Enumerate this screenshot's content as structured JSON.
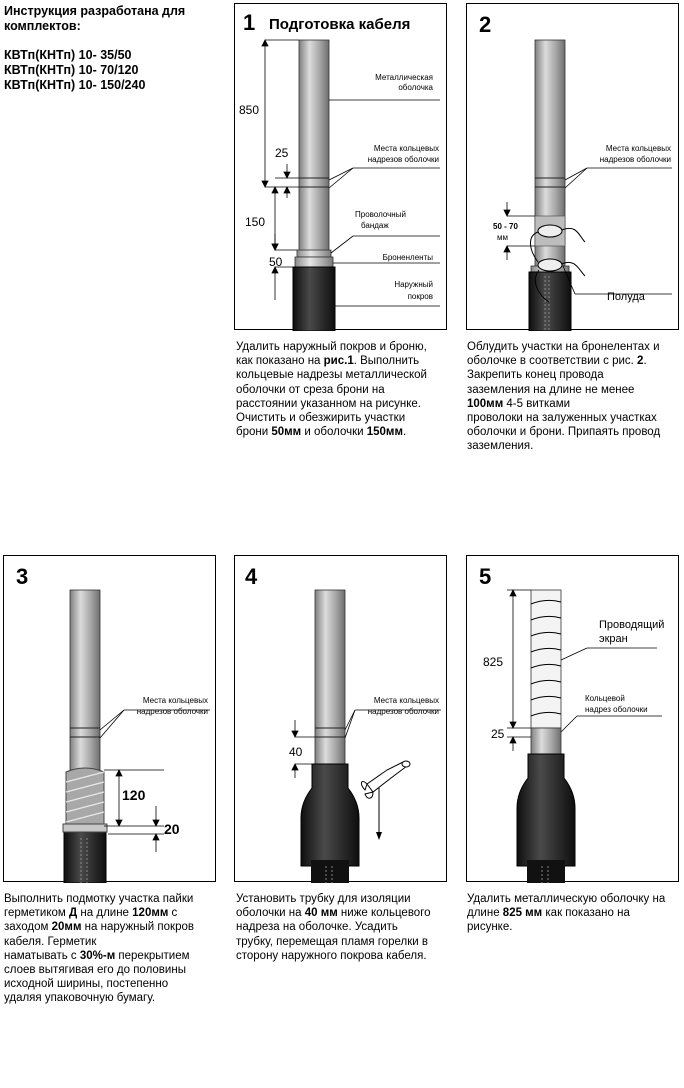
{
  "header": {
    "line1": "Инструкция разработана для",
    "line2": "комплектов:",
    "kits": [
      "КВТп(КНТп) 10- 35/50",
      "КВТп(КНТп) 10- 70/120",
      "КВТп(КНТп) 10- 150/240"
    ]
  },
  "panels": [
    {
      "number": "1",
      "title": "Подготовка кабеля",
      "labels": {
        "sheath": [
          "Металлическая",
          "оболочка"
        ],
        "ring_cuts": [
          "Места кольцевых",
          "надрезов оболочки"
        ],
        "wire_bandage": [
          "Проволочный",
          "бандаж"
        ],
        "armor_tapes": "Броненленты",
        "outer_cover": [
          "Наружный",
          "покров"
        ]
      },
      "dimensions": [
        "850",
        "25",
        "150",
        "50"
      ],
      "desc": [
        "Удалить наружный покров и броню,",
        [
          "как показано на ",
          {
            "b": "рис.1"
          },
          ". Выполнить"
        ],
        "кольцевые надрезы  металлической",
        "оболочки от среза брони на",
        "расстоянии указанном на рисунке.",
        "Очистить и обезжирить участки",
        [
          "брони ",
          {
            "b": "50мм"
          },
          " и оболочки ",
          {
            "b": "150мм"
          },
          "."
        ]
      ]
    },
    {
      "number": "2",
      "labels": {
        "ring_cuts": [
          "Места кольцевых",
          "надрезов оболочки"
        ],
        "solder": "Полуда"
      },
      "dimensions": [
        "50 - 70",
        "мм"
      ],
      "desc": [
        "Облудить участки на бронелентах и",
        [
          "оболочке в соответствии с рис. ",
          {
            "b": "2"
          },
          "."
        ],
        "Закрепить конец  провода",
        "заземления на длине не менее",
        [
          {
            "b": "100мм"
          },
          "  4-5 витками"
        ],
        "проволоки на залуженных участках",
        "оболочки и брони. Припаять провод",
        "заземления."
      ]
    },
    {
      "number": "3",
      "labels": {
        "ring_cuts": [
          "Места кольцевых",
          "надрезов оболочки"
        ]
      },
      "dimensions": [
        "120",
        "20"
      ],
      "desc": [
        "Выполнить подмотку участка пайки",
        [
          "герметиком ",
          {
            "b": "Д"
          },
          " на длине ",
          {
            "b": "120мм"
          },
          "  с"
        ],
        [
          "заходом ",
          {
            "b": "20мм"
          },
          " на наружный покров"
        ],
        "кабеля. Герметик",
        [
          "наматывать с ",
          {
            "b": "30%-м"
          },
          " перекрытием"
        ],
        "слоев вытягивая  его  до половины",
        "исходной ширины, постепенно",
        "удаляя упаковочную бумагу."
      ]
    },
    {
      "number": "4",
      "labels": {
        "ring_cuts": [
          "Места кольцевых",
          "надрезов оболочки"
        ]
      },
      "dimensions": [
        "40"
      ],
      "desc": [
        "Установить  трубку для изоляции",
        [
          "оболочки на ",
          {
            "b": "40 мм"
          },
          " ниже кольцевого"
        ],
        "надреза на оболочке.  Усадить",
        "трубку, перемещая пламя горелки  в",
        "сторону наружного покрова кабеля."
      ]
    },
    {
      "number": "5",
      "labels": {
        "screen": [
          "Проводящий",
          "экран"
        ],
        "ring_cut": [
          "Кольцевой",
          "надрез оболочки"
        ]
      },
      "dimensions": [
        "825",
        "25"
      ],
      "desc": [
        "Удалить металлическую оболочку на",
        [
          "длине ",
          {
            "b": "825 мм"
          },
          " как показано на"
        ],
        "рисунке."
      ]
    }
  ],
  "colors": {
    "metal": "#9a9a9a",
    "metal_light": "#d6d6d6",
    "black": "#1a1a1a",
    "tape": "#a8a8a8"
  }
}
